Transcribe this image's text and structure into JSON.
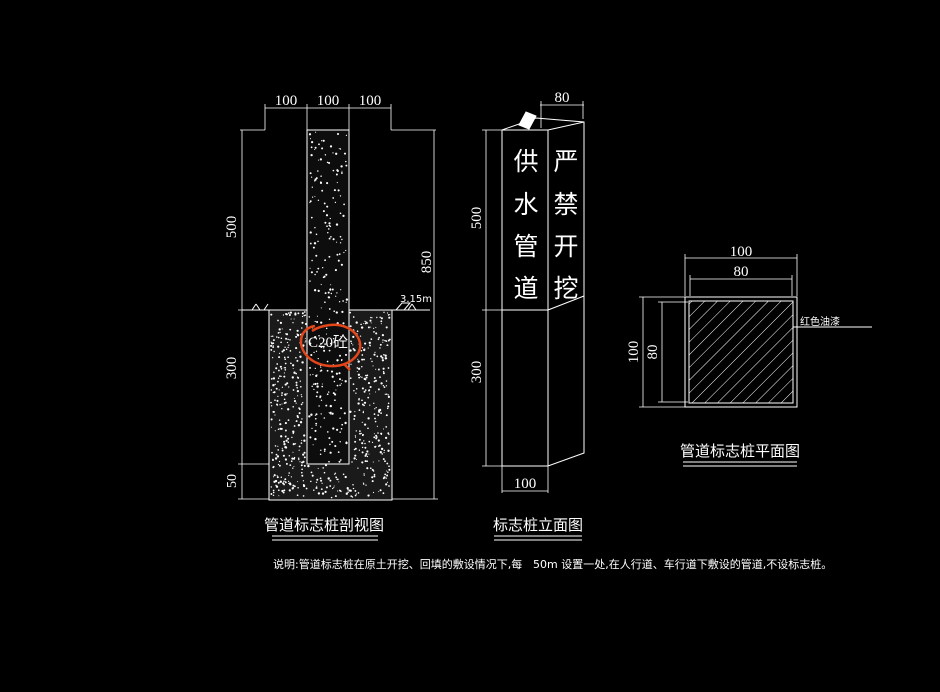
{
  "colors": {
    "background": "#000000",
    "line": "#ffffff",
    "annotation": "#e4461b"
  },
  "section": {
    "top_dims": [
      "100",
      "100",
      "100"
    ],
    "dim_500": "500",
    "dim_300": "300",
    "dim_50": "50",
    "dim_850": "850",
    "ground_level": "3.15m",
    "concrete_label": "C20砼",
    "title": "管道标志桩剖视图"
  },
  "elevation": {
    "dim_80": "80",
    "dim_500": "500",
    "dim_300": "300",
    "dim_100": "100",
    "text_left": [
      "供",
      "水",
      "管",
      "道"
    ],
    "text_right": [
      "严",
      "禁",
      "开",
      "挖"
    ],
    "title": "标志桩立面图"
  },
  "plan": {
    "dim_100_top": "100",
    "dim_80_top": "80",
    "dim_100_left": "100",
    "dim_80_left": "80",
    "paint_label": "红色油漆",
    "title": "管道标志桩平面图"
  },
  "note_left": "说明:管道标志桩在原土开挖、回填的敷设情况下,每",
  "note_right": "50m 设置一处,在人行道、车行道下敷设的管道,不设标志桩。"
}
